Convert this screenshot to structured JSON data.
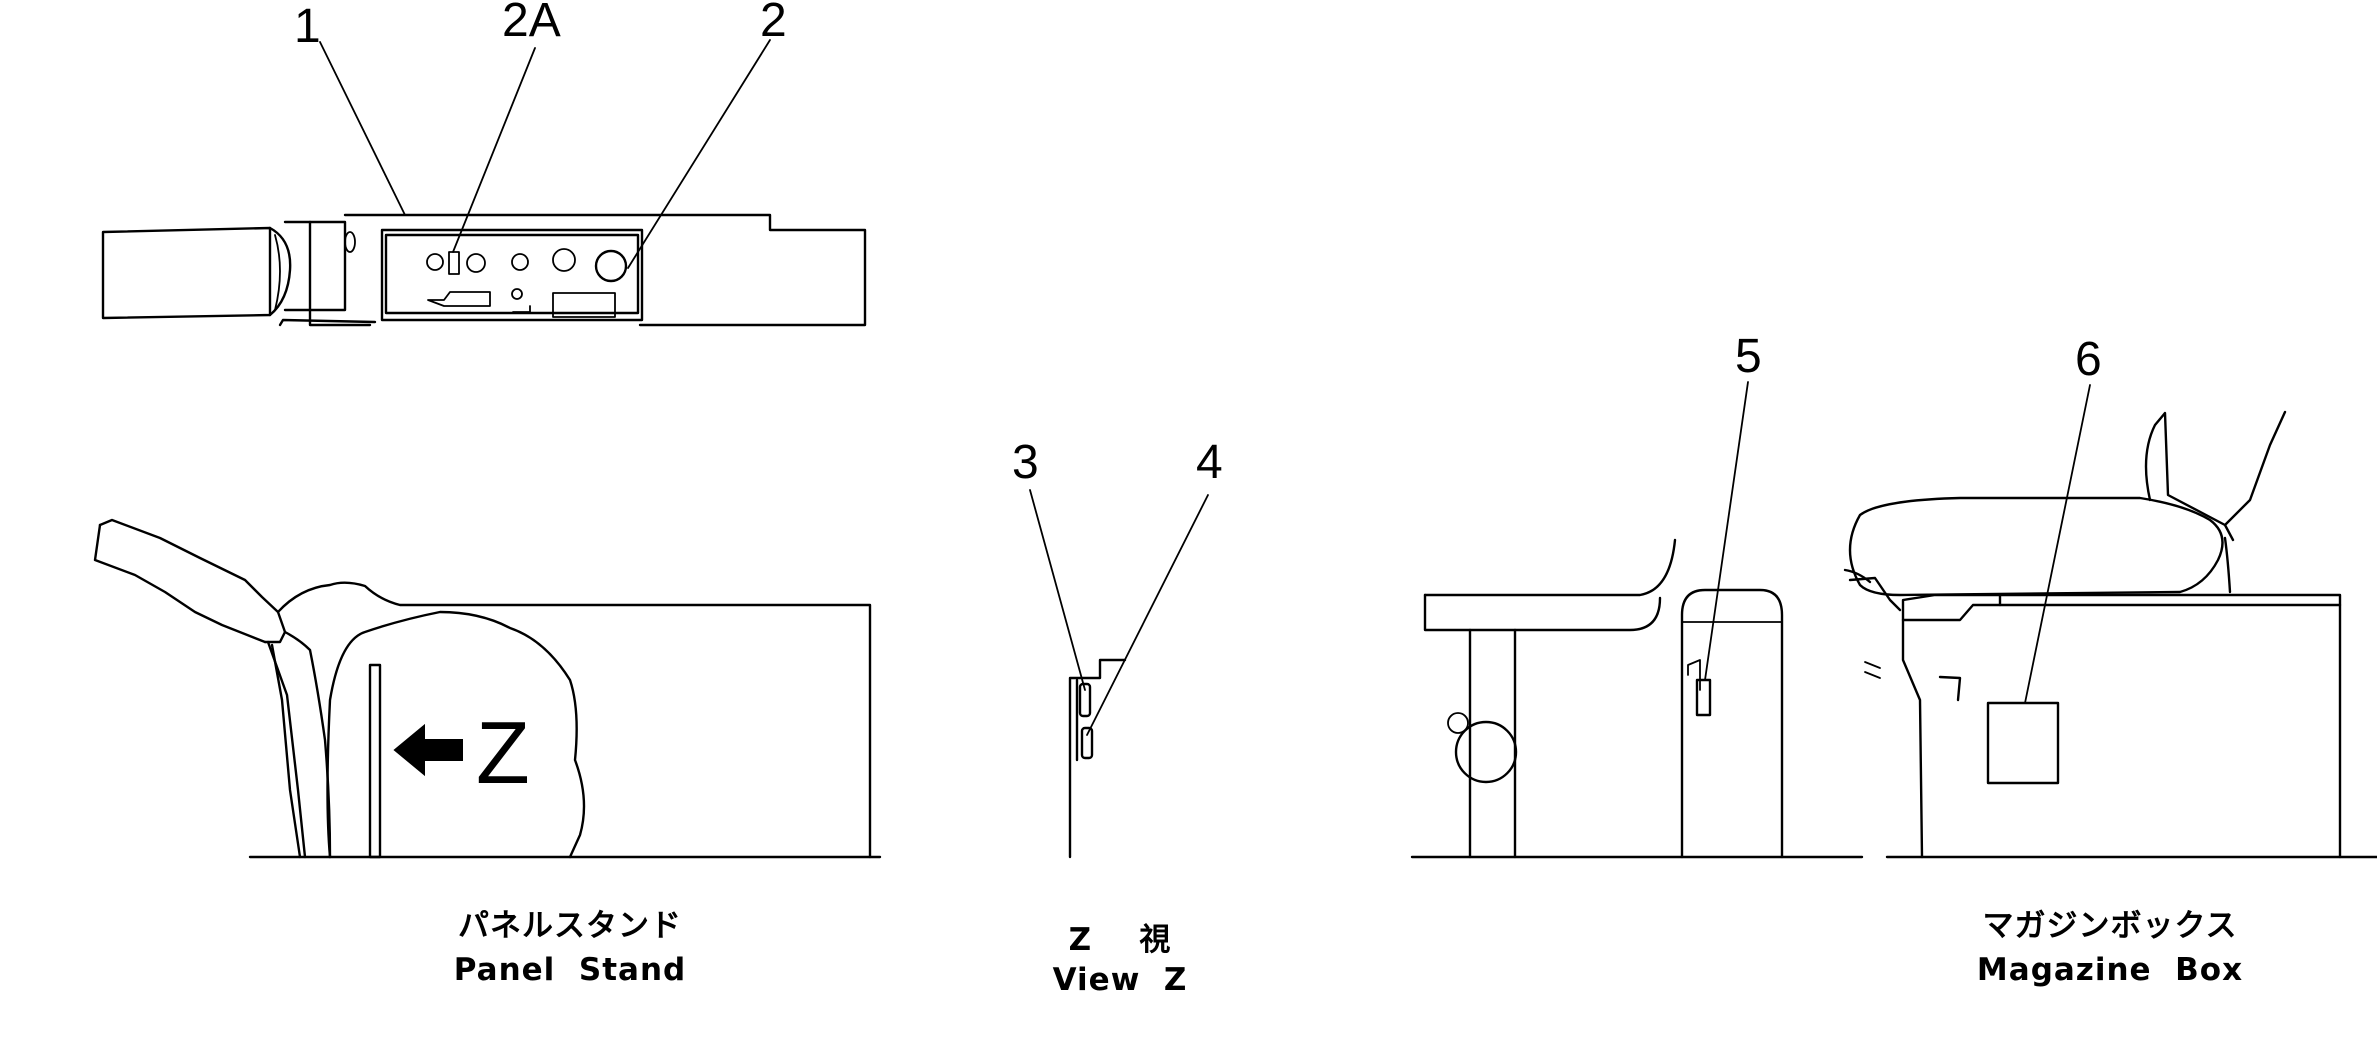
{
  "callouts": {
    "c1": "1",
    "c2a": "2A",
    "c2": "2",
    "c3": "3",
    "c4": "4",
    "c5": "5",
    "c6": "6"
  },
  "arrow_label": "Z",
  "captions": {
    "panel_stand_jp": "パネルスタンド",
    "panel_stand_en": "Panel  Stand",
    "view_z_jp": "Z    視",
    "view_z_en": "View  Z",
    "magazine_box_jp": "マガジンボックス",
    "magazine_box_en": "Magazine  Box"
  }
}
